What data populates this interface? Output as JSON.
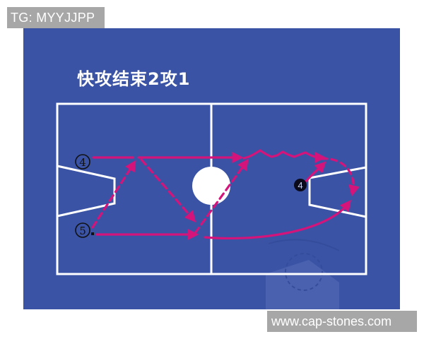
{
  "badge": {
    "text": "TG: MYYJJPP"
  },
  "slide": {
    "title": "快攻结束2攻1",
    "background_color": "#3a53a4",
    "court_line_color": "#ffffff",
    "path_color": "#d4147a"
  },
  "players": {
    "offense_4": {
      "label": "④",
      "style": "circled-outline"
    },
    "offense_5": {
      "label": "⑤.",
      "style": "circled-outline"
    },
    "defense_4": {
      "label": "4",
      "style": "filled-black-circle"
    }
  },
  "court": {
    "center_circle": "filled-white",
    "left_key": "trapezoid",
    "right_key": "trapezoid"
  },
  "paths": [
    {
      "type": "dribble-solid",
      "from": "offense_4",
      "to": "top-left-pass-point"
    },
    {
      "type": "pass-dashed",
      "from": "offense_5",
      "to": "top-left-pass-point"
    },
    {
      "type": "pass-dashed",
      "from": "top-left-pass-point",
      "to": "bottom-mid-point"
    },
    {
      "type": "cut-solid",
      "from": "offense_5",
      "to": "bottom-mid-point"
    },
    {
      "type": "pass-dashed",
      "from": "bottom-mid-point",
      "to": "top-right-point"
    },
    {
      "type": "cut-solid",
      "from": "top-left-pass-point",
      "to": "top-right-point"
    },
    {
      "type": "dribble-zigzag",
      "from": "top-right-point",
      "to": "right-wing"
    },
    {
      "type": "pass-dashed",
      "from": "right-wing",
      "to": "right-baseline"
    },
    {
      "type": "cut-curved-solid",
      "from": "bottom-mid-point",
      "to": "right-low-post"
    },
    {
      "type": "defender-move",
      "from": "defense_4",
      "to": "right-wing"
    }
  ],
  "watermark": {
    "text": "www.cap-stones.com"
  }
}
